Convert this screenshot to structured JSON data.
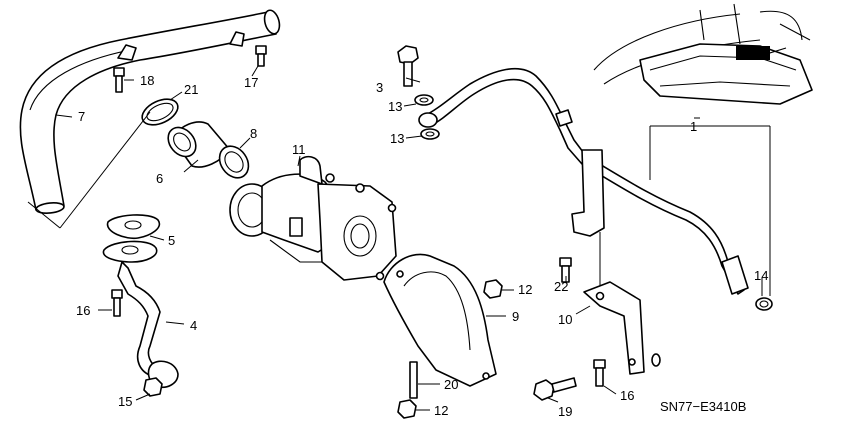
{
  "diagram": {
    "code": "SN77−E3410B",
    "callouts": {
      "c1": "1",
      "c3": "3",
      "c4": "4",
      "c5": "5",
      "c6": "6",
      "c7": "7",
      "c8": "8",
      "c9": "9",
      "c10": "10",
      "c11": "11",
      "c12a": "12",
      "c12b": "12",
      "c13a": "13",
      "c13b": "13",
      "c14": "14",
      "c15": "15",
      "c16a": "16",
      "c16b": "16",
      "c17": "17",
      "c18": "18",
      "c19": "19",
      "c20": "20",
      "c21": "21",
      "c22": "22"
    }
  }
}
